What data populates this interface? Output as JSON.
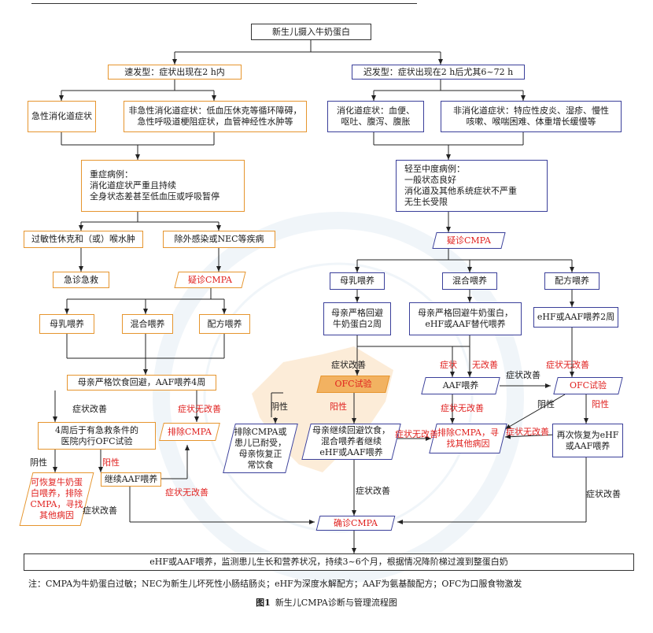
{
  "nodes": {
    "top": "新生儿摄入牛奶蛋白",
    "fast": "速发型：症状出现在2 h内",
    "delayed": "迟发型：症状出现在2 h后尤其6~72 h",
    "acute_gi": "急性消化道症状",
    "nonacute_gi": "非急性消化道症状：低血压休克等循环障碍，\n急性呼吸道梗阻症状，血管神经性水肿等",
    "gi": "消化道症状：血便、\n呕吐、腹泻、腹胀",
    "non_gi": "非消化道症状：特应性皮炎、湿疹、慢性\n咳嗽、喉喘困难、体重增长缓慢等",
    "severe": "重症病例：\n    消化道症状严重且持续\n    全身状态差甚至低血压或呼吸暂停",
    "mild": "轻至中度病例：\n    一般状态良好\n    消化道及其他系统症状不严重\n    无生长受限",
    "anaphylaxis": "过敏性休克和（或）喉水肿",
    "exclude_nec": "除外感染或NEC等疾病",
    "emergency": "急诊急救",
    "suspect_left": "疑诊CMPA",
    "suspect_right": "疑诊CMPA",
    "l_breast": "母乳喂养",
    "l_mixed": "混合喂养",
    "l_formula": "配方喂养",
    "r_breast": "母乳喂养",
    "r_mixed": "混合喂养",
    "r_formula": "配方喂养",
    "r_breast_act": "母亲严格回避\n牛奶蛋白2周",
    "r_mixed_act": "母亲严格回避牛奶蛋白，\neHF或AAF替代喂养",
    "r_formula_act": "eHF或AAF喂养2周",
    "l_diet": "母亲严格饮食回避，AAF喂养4周",
    "ofc_hosp": "4周后于有急救条件的\n医院内行OFC试验",
    "exclude_cmpa_left": "排除CMPA",
    "restore": "可恢复牛奶蛋\n白喂养，排除\nCMPA，寻找\n其他病因",
    "continue_aaf": "继续AAF喂养",
    "ofc_mid": "OFC试验",
    "aaf_feed": "AAF喂养",
    "ofc_right": "OFC试验",
    "exclude_tol": "排除CMPA或\n患儿已耐受，\n母亲恢复正\n常饮食",
    "mother_cont": "母亲继续回避饮食，\n混合喂养者继续\neHF或AAF喂养",
    "exclude_other": "排除CMPA，寻\n找其他病因",
    "resume": "再次恢复为eHF\n或AAF喂养",
    "confirm": "确诊CMPA",
    "final": "eHF或AAF喂养，监测患儿生长和营养状况，持续3~6个月，根据情况降阶梯过渡到整蛋白奶"
  },
  "labels": {
    "improved": "症状改善",
    "not_improved": "症状无改善",
    "symptom": "症状",
    "no_improve": "无改善",
    "negative": "阴性",
    "positive": "阳性"
  },
  "colors": {
    "orange": "#e6952e",
    "navy": "#3a3f9a",
    "red": "#e0211f",
    "black": "#333333"
  },
  "note": "注：CMPA为牛奶蛋白过敏；NEC为新生儿坏死性小肠结肠炎；eHF为深度水解配方；AAF为氨基酸配方；OFC为口服食物激发",
  "caption": {
    "fig": "图1",
    "title": "新生儿CMPA诊断与管理流程图"
  }
}
